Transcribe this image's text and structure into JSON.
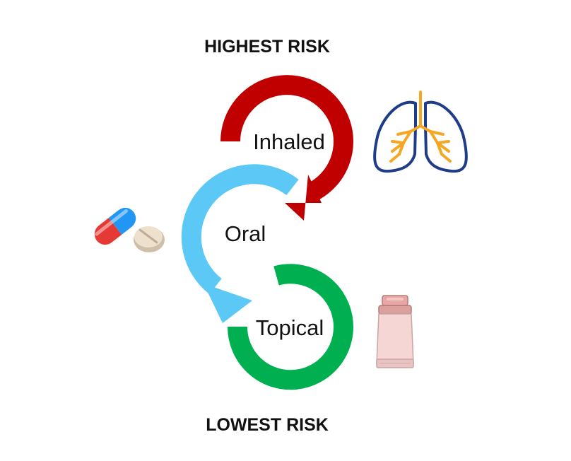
{
  "headings": {
    "top": "HIGHEST RISK",
    "bottom": "LOWEST RISK"
  },
  "routes": [
    {
      "id": "inhaled",
      "label": "Inhaled",
      "color": "#c00000",
      "icon": "lungs-icon"
    },
    {
      "id": "oral",
      "label": "Oral",
      "color": "#5bc8f5",
      "icon": "pill-icon"
    },
    {
      "id": "topical",
      "label": "Topical",
      "color": "#00b050",
      "icon": "cream-tube-icon"
    }
  ],
  "icon_colors": {
    "lungs_outline": "#1f3c88",
    "bronchi": "#f5a623",
    "capsule_red": "#e53935",
    "capsule_blue": "#2196f3",
    "tablet": "#ede0cc",
    "tube_body": "#f6d6d4",
    "tube_cap": "#e8a7a4"
  }
}
